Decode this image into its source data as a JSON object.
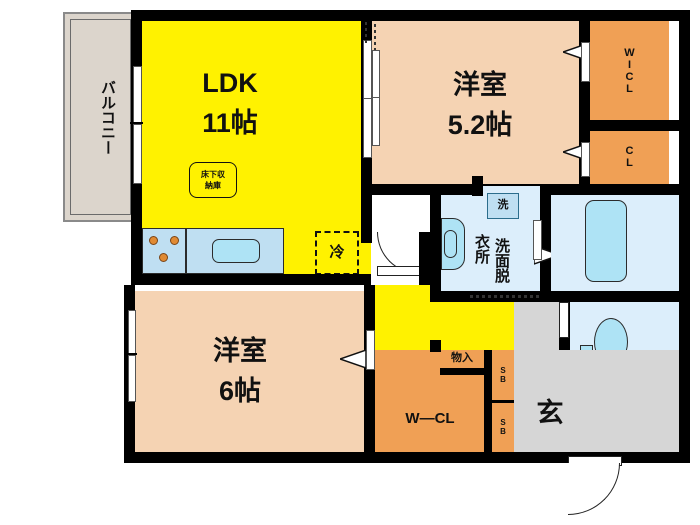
{
  "plan": {
    "type": "japanese-apartment-floor-plan",
    "layout_code": "2LDK",
    "background_color": "#FFFFFF",
    "wall_color": "#000000",
    "palette": {
      "ldk_yellow": "#FFF200",
      "room_peach": "#F5D3B3",
      "closet_orange": "#F0A055",
      "wet_blue": "#DCEEFB",
      "water_fixture_blue": "#AEE3F5",
      "entry_gray": "#D6D6D6",
      "balcony_beige": "#DCD5CC"
    }
  },
  "rooms": {
    "balcony": {
      "label": "バルコニー",
      "orientation": "vertical"
    },
    "ldk": {
      "name": "LDK",
      "size": "11帖"
    },
    "bedroom_main": {
      "name": "洋室",
      "size": "5.2帖"
    },
    "bedroom_second": {
      "name": "洋室",
      "size": "6帖"
    },
    "washroom": {
      "label": "洗面脱衣所",
      "col_right": "洗面脱",
      "col_left": "衣所"
    },
    "entrance": {
      "label": "玄"
    }
  },
  "storage": {
    "walk_in_closet": {
      "label": "WICL",
      "chars": [
        "W",
        "I",
        "C",
        "L"
      ]
    },
    "closet": {
      "label": "CL",
      "chars": [
        "C",
        "L"
      ]
    },
    "walk_closet_lower": {
      "label": "W—CL"
    },
    "monoire": {
      "label": "物入"
    },
    "shoe_box_upper": {
      "label": "SB",
      "chars": [
        "S",
        "B"
      ]
    },
    "shoe_box_lower": {
      "label": "SB",
      "chars": [
        "S",
        "B"
      ]
    },
    "underfloor_storage": {
      "label": "床下収納庫",
      "line1": "床下収",
      "line2": "納庫"
    }
  },
  "appliances": {
    "refrigerator": {
      "label": "冷",
      "note": "dashed outline reserved space"
    },
    "washing_machine": {
      "label": "洗",
      "note": "washer pan"
    }
  },
  "fixtures": {
    "stove": {
      "name": "gas-stove",
      "burner_count": 3
    },
    "sink": {
      "name": "kitchen-sink"
    },
    "bathtub": {
      "name": "bathtub"
    },
    "toilet": {
      "name": "toilet"
    },
    "vanity_basin": {
      "name": "vanity-basin"
    }
  }
}
